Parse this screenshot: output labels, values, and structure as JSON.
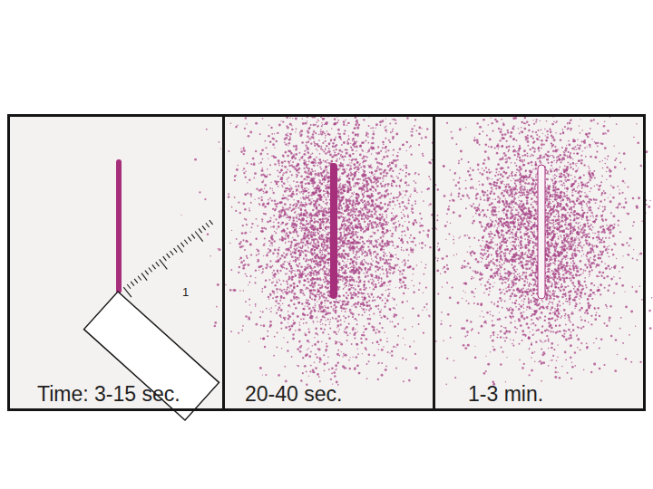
{
  "diagram": {
    "nodes": [
      {
        "text": [
          "Time: 3-15 sec."
        ]
      },
      {
        "text": [
          "20-40 sec."
        ]
      },
      {
        "text": [
          "1-3 min."
        ]
      }
    ],
    "labels": [
      "1"
    ]
  }
}
